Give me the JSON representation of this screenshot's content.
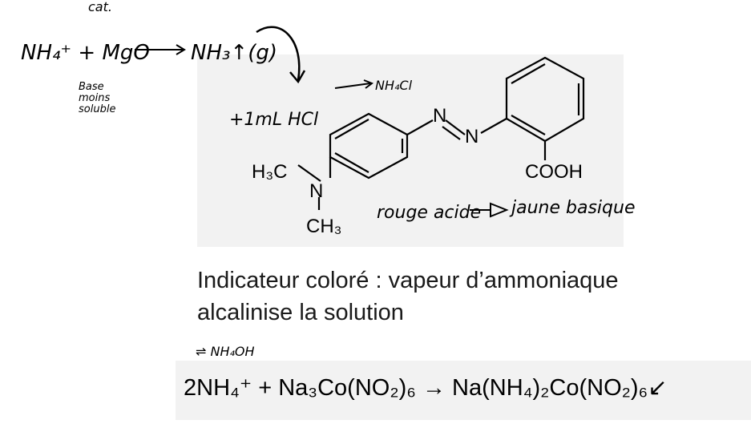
{
  "handwritten": {
    "cat": "cat.",
    "reaction_left": "NH₄⁺ + MgO",
    "reaction_right": "NH₃↑(g)",
    "base_note_1": "Base",
    "base_note_2": "moins",
    "base_note_3": "soluble",
    "add_hcl": "+1mL HCl",
    "product_nh4cl": "NH₄Cl",
    "rouge_acide": "rouge acide",
    "jaune_basique": "jaune basique",
    "nh4oh": "⇌ NH₄OH"
  },
  "molecule": {
    "N1": "N",
    "N2": "N",
    "cooh": "COOH",
    "h3c": "H₃C",
    "n_amine": "N",
    "ch3": "CH₃"
  },
  "caption": {
    "line1": "Indicateur coloré : vapeur d’ammoniaque",
    "line2": "alcalinise la solution"
  },
  "equation": {
    "text": "2NH₄⁺ + Na₃Co(NO₂)₆ → Na(NH₄)₂Co(NO₂)₆↙"
  }
}
